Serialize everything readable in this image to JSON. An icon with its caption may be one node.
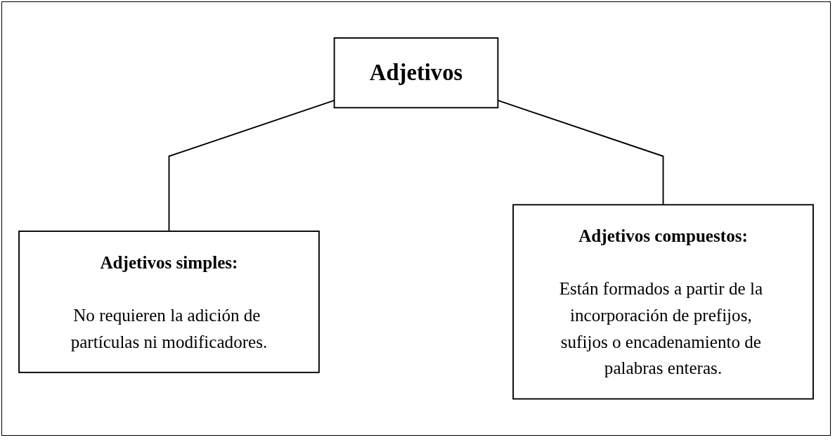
{
  "diagram": {
    "nodes": [
      {
        "text": [
          "Adjetivos"
        ]
      },
      {
        "text": [
          "Adjetivos simples:",
          "No requieren la adición de partículas ni modificadores."
        ]
      },
      {
        "text": [
          "Adjetivos compuestos:",
          "Están formados a partir de la incorporación de prefijos, sufijos o encadenamiento de palabras enteras."
        ]
      }
    ],
    "edges": [
      {
        "from": 0,
        "to": 1,
        "arrow": "none"
      },
      {
        "from": 0,
        "to": 2,
        "arrow": "none"
      }
    ]
  }
}
